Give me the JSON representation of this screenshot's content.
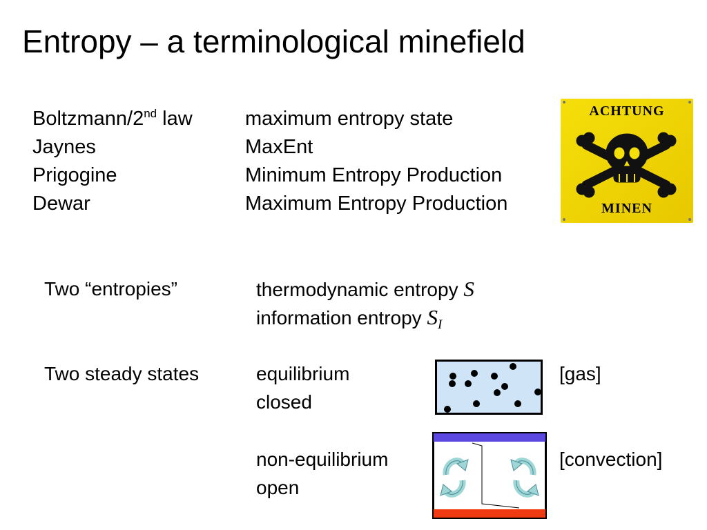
{
  "title": "Entropy – a terminological minefield",
  "authors": [
    {
      "name_base": "Boltzmann/2",
      "name_sup": "nd",
      "name_tail": " law",
      "term": "maximum entropy state"
    },
    {
      "name": "Jaynes",
      "term": "MaxEnt"
    },
    {
      "name": "Prigogine",
      "term": "Minimum Entropy Production"
    },
    {
      "name": "Dewar",
      "term": "Maximum Entropy Production"
    }
  ],
  "warning_sign": {
    "top_text": "ACHTUNG",
    "bottom_text": "MINEN",
    "colors": {
      "background": "#f5df0a",
      "symbol": "#111111"
    }
  },
  "entropies": {
    "label": "Two “entropies”",
    "line1_text": "thermodynamic entropy ",
    "line1_symbol": "S",
    "line2_text": "information entropy ",
    "line2_symbol": "S",
    "line2_subscript": "I"
  },
  "steady_states": {
    "label": "Two steady states",
    "equilibrium": {
      "line1": "equilibrium",
      "line2": "closed",
      "tag": "[gas]",
      "box_fill": "#cfe4f7"
    },
    "non_equilibrium": {
      "line1": "non-equilibrium",
      "line2": "open",
      "tag": "[convection]",
      "top_color": "#5a48e0",
      "bottom_color": "#f03a12"
    }
  }
}
